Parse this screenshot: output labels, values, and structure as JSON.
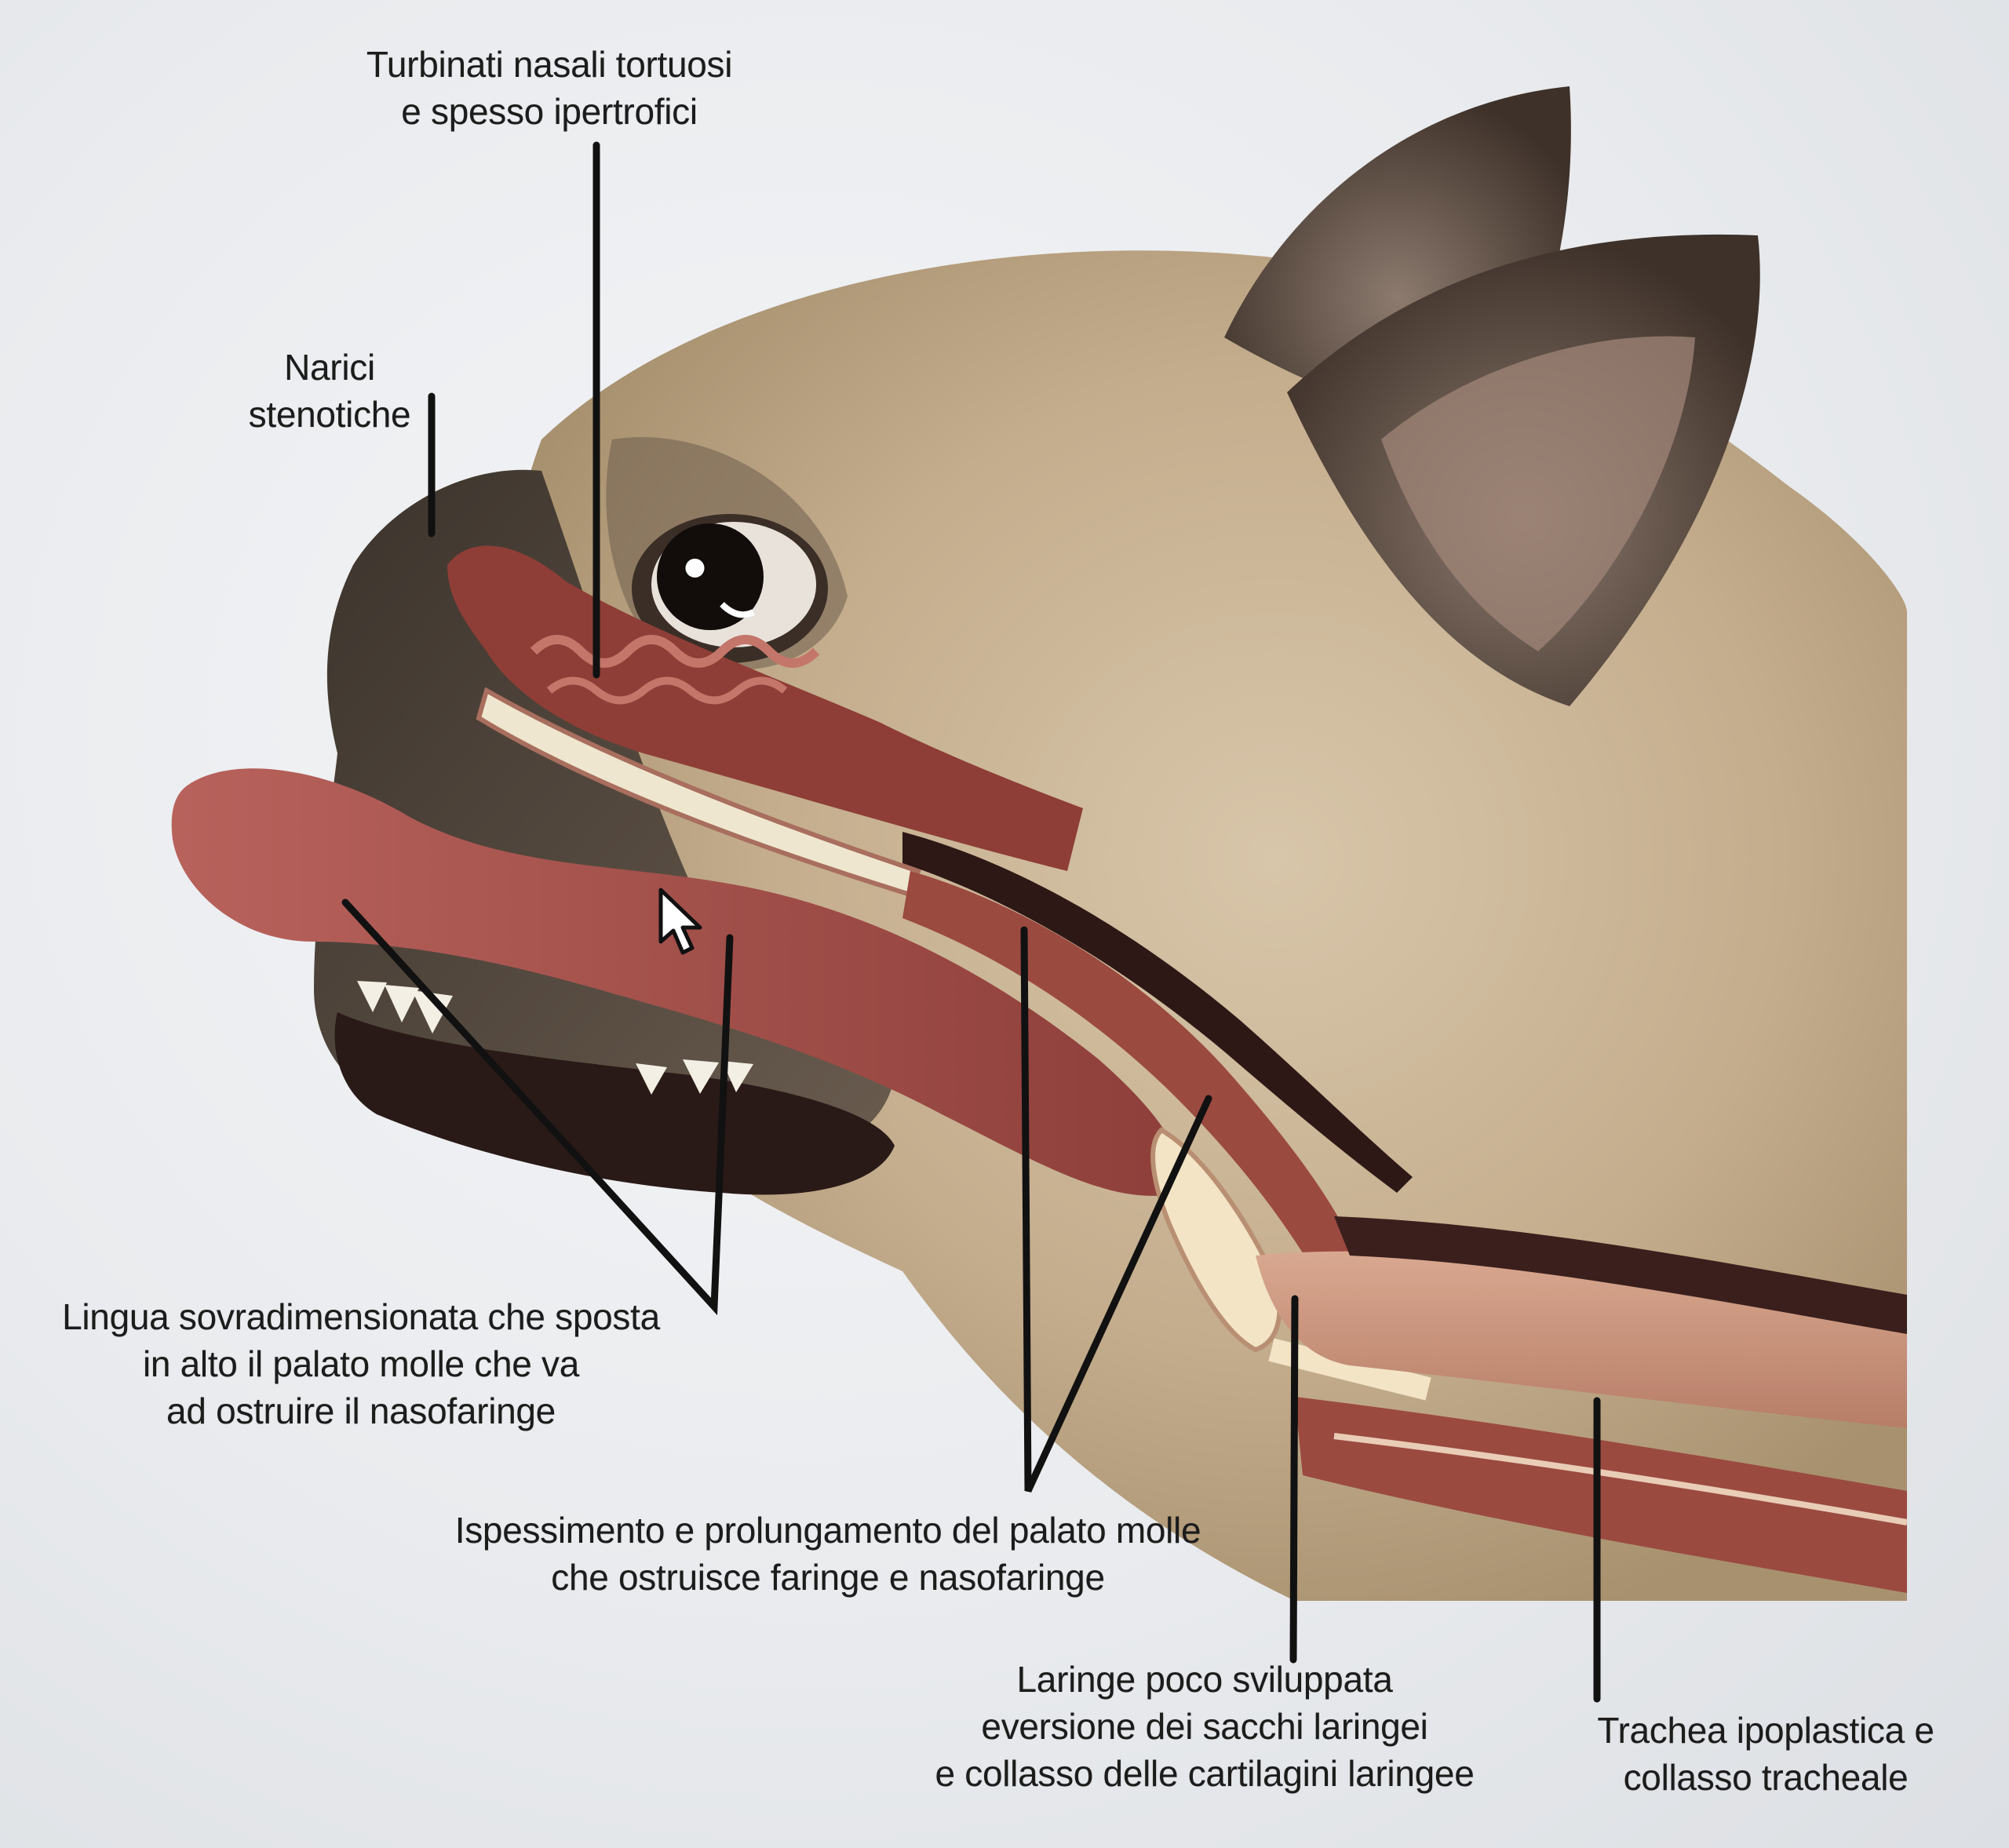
{
  "labels": {
    "turbinati": {
      "line1": "Turbinati nasali tortuosi",
      "line2": "e spesso ipertrofici"
    },
    "narici": {
      "line1": "Narici",
      "line2": "stenotiche"
    },
    "lingua": {
      "line1": "Lingua sovradimensionata che sposta",
      "line2": "in alto il palato molle che va",
      "line3": "ad ostruire il nasofaringe"
    },
    "palato": {
      "line1": "Ispessimento e prolungamento del palato molle",
      "line2": "che ostruisce faringe e nasofaringe"
    },
    "laringe": {
      "line1": "Laringe poco sviluppata",
      "line2": "eversione dei sacchi laringei",
      "line3": "e collasso delle cartilagini laringee"
    },
    "trachea": {
      "line1": "Trachea ipoplastica e",
      "line2": "collasso tracheale"
    }
  },
  "colors": {
    "fur": "#c9b497",
    "fur_dark": "#5b4a3d",
    "tissue": "#8a3c35",
    "tongue": "#b25a55",
    "bone": "#efe6cf",
    "airway": "#3a1f1c",
    "leader_line": "#111111"
  }
}
